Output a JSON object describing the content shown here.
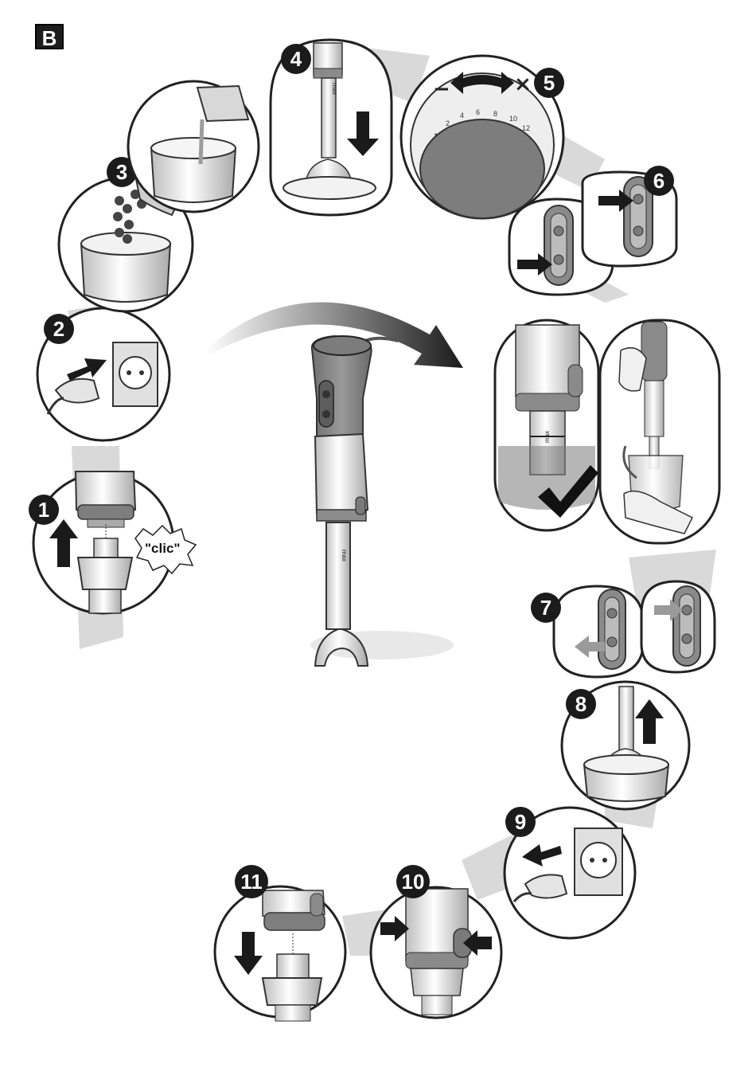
{
  "section": {
    "label": "B"
  },
  "steps": [
    {
      "number": "1",
      "clic_label": "\"clic\""
    },
    {
      "number": "2"
    },
    {
      "number": "3"
    },
    {
      "number": "4",
      "max_label": "max"
    },
    {
      "number": "5",
      "minus": "−",
      "plus": "×",
      "dial_ticks": [
        "•",
        "2",
        "4",
        "6",
        "8",
        "10",
        "12"
      ]
    },
    {
      "number": "6"
    },
    {
      "number": "7"
    },
    {
      "number": "8"
    },
    {
      "number": "9"
    },
    {
      "number": "10"
    },
    {
      "number": "11"
    }
  ],
  "blender": {
    "max_label": "max"
  },
  "check_panel": {
    "max_label": "max"
  },
  "colors": {
    "badge": "#1b1b1b",
    "body": "#8a8a8a",
    "steel": "#e4e4e4",
    "band": "#d2d2d2"
  }
}
